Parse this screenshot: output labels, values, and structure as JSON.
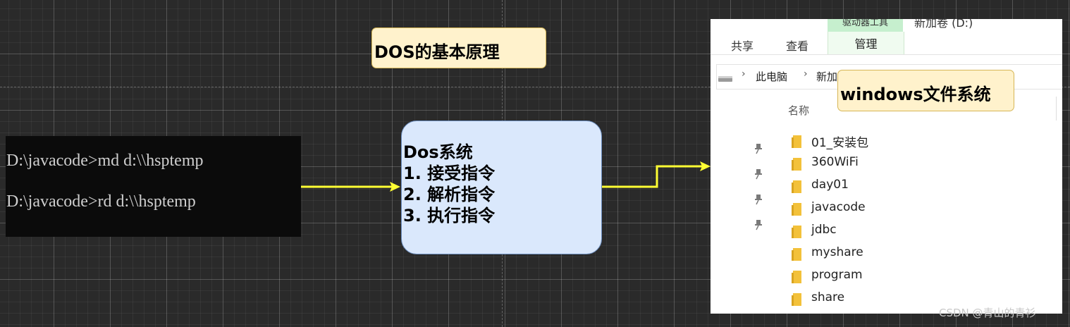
{
  "title_box": {
    "text": "DOS的基本原理"
  },
  "console": {
    "lines": [
      "D:\\javacode>md d:\\\\hsptemp",
      "D:\\javacode>rd d:\\\\hsptemp"
    ]
  },
  "dos_box": {
    "heading": "Dos系统",
    "steps": [
      "1. 接受指令",
      "2. 解析指令",
      "3. 执行指令"
    ]
  },
  "explorer": {
    "ribbon_tabs": [
      "共享",
      "查看"
    ],
    "driver_tools_label": "驱动器工具",
    "manage_label": "管理",
    "drive_title": "新加卷 (D:)",
    "breadcrumb": [
      "此电脑",
      "新加"
    ],
    "column_header": "名称",
    "files": [
      "01_安装包",
      "360WiFi",
      "day01",
      "javacode",
      "jdbc",
      "myshare",
      "program",
      "share"
    ]
  },
  "windows_box": {
    "text": "windows文件系统"
  },
  "watermark": "CSDN @青山的青衫",
  "colors": {
    "connector": "#ffff33",
    "note_fill": "#fff2cc",
    "process_fill": "#dae8fc",
    "folder": "#f3c13a"
  },
  "icons": {
    "pin": "pin-icon",
    "folder": "folder-icon",
    "drive": "drive-icon",
    "chevron": "chevron-right-icon"
  }
}
